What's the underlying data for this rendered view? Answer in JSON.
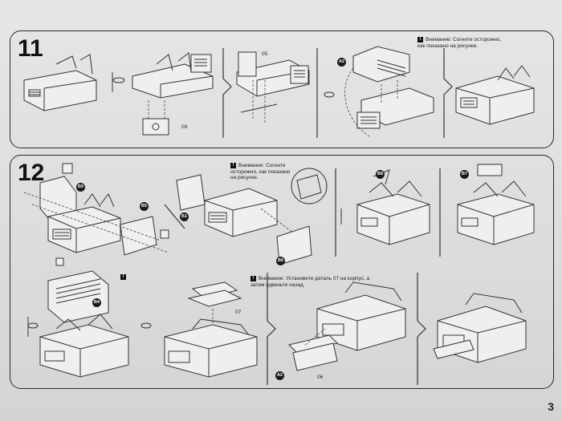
{
  "page": {
    "number": "3"
  },
  "step11": {
    "number": "11",
    "part_labels": {
      "p05": "05",
      "p09": "09"
    },
    "callouts": {
      "a": "A2"
    },
    "note": {
      "icon": "!",
      "text": "Внимание: Согните осторожно, как показано на рисунке."
    }
  },
  "step12": {
    "number": "12",
    "callouts": {
      "c1": "B9",
      "c2": "B5",
      "c3": "B1",
      "c4": "B6",
      "c5": "B8",
      "c6": "B7",
      "c7": "B4",
      "c8": "A2"
    },
    "note1": {
      "icon": "!",
      "text": "Внимание: Согните осторожно, как показано на рисунке."
    },
    "note2": {
      "icon": "!",
      "text": "Внимание: Установите деталь 07 на корпус, а затем сдвиньте назад."
    },
    "part_labels": {
      "p07": "07",
      "p06": "06"
    },
    "icon_marks": {
      "i1": "!"
    }
  }
}
